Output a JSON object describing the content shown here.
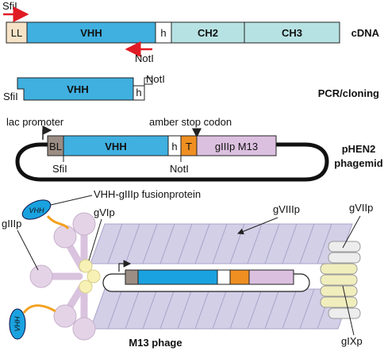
{
  "cdna": {
    "sfi_label": "SfiI",
    "not_label": "NotI",
    "segments": [
      "LL",
      "VHH",
      "h",
      "CH2",
      "CH3"
    ],
    "title": "cDNA"
  },
  "pcr": {
    "vhh_label": "VHH",
    "h_label": "h",
    "sfi_label": "SfiI",
    "not_label": "NotI",
    "title": "PCR/cloning"
  },
  "phagemid": {
    "lac_label": "lac promoter",
    "amber_label": "amber stop codon",
    "segments": [
      "BL",
      "VHH",
      "h",
      "T",
      "gIIIp M13"
    ],
    "sfi_label": "SfiI",
    "not_label": "NotI",
    "title_line1": "pHEN2",
    "title_line2": "phagemid"
  },
  "phage": {
    "fusion_label": "VHH-gIIIp fusionprotein",
    "vhh_small": "VHH",
    "g3_label": "gIIIp",
    "g6_label": "gVIp",
    "g8_label": "gVIIIp",
    "g7_label": "gVIIp",
    "g9_label": "gIXp",
    "title": "M13 phage"
  },
  "colors": {
    "ll": "#f6e3c7",
    "vhh": "#3fb0e0",
    "h": "#ffffff",
    "ch": "#b7e2e3",
    "bl": "#9b8d84",
    "t": "#ef8f22",
    "g3": "#dcc0e0",
    "arrow": "#e01b24",
    "g8": "#d2cfe7",
    "g6": "#f8f1b5",
    "g9": "#f1eebd",
    "g7": "#ededed",
    "linker": "#f3a11f",
    "stroke": "#222222"
  }
}
